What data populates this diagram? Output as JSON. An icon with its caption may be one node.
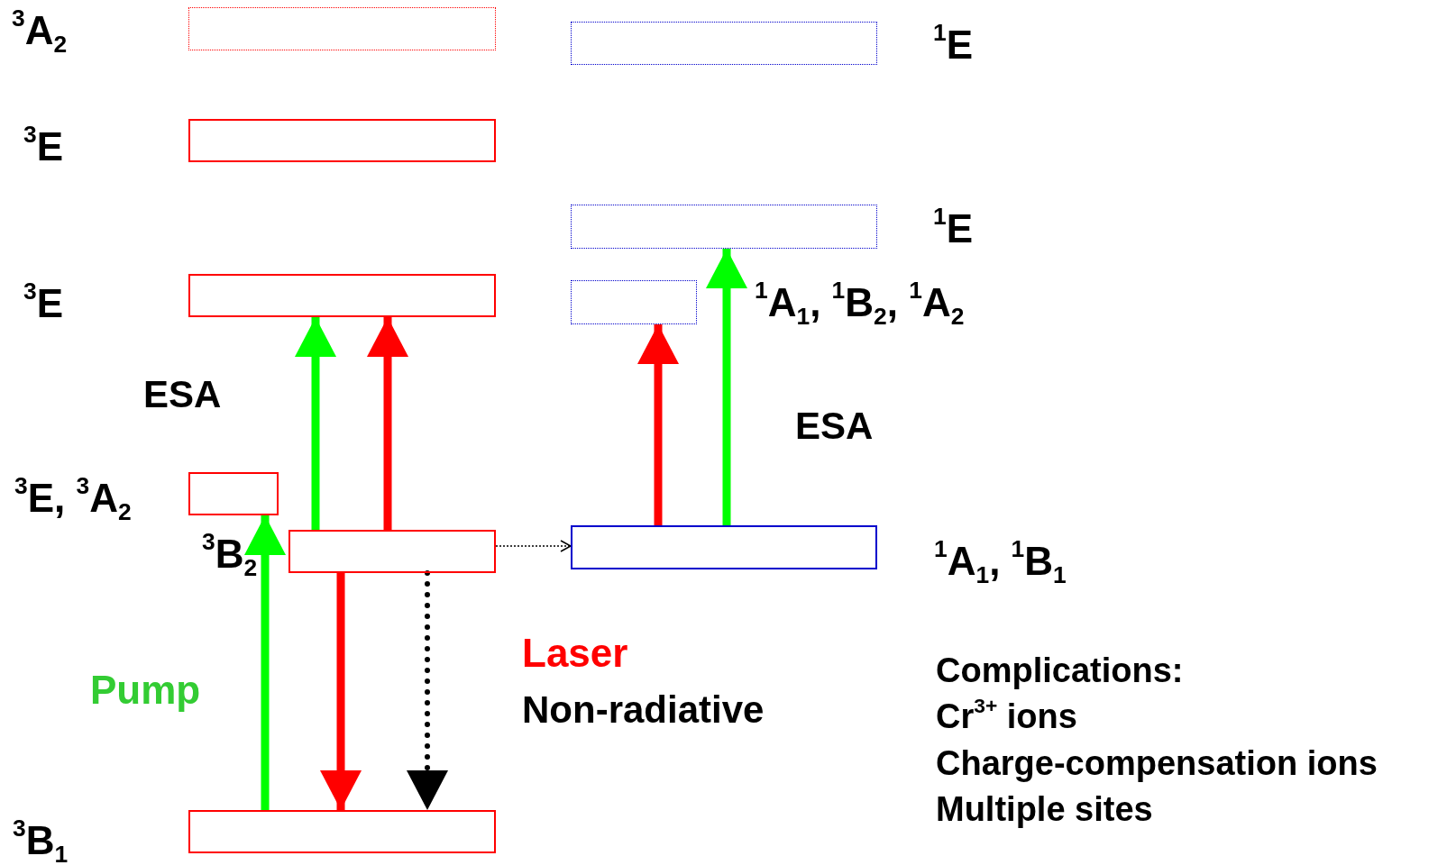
{
  "diagram": {
    "nodes": [
      {
        "text": [
          "$^{3}$A$_{2}$"
        ]
      },
      {
        "text": [
          "$^{1}$E"
        ]
      },
      {
        "text": [
          "$^{3}$E"
        ]
      },
      {
        "text": [
          "$^{1}$E"
        ]
      },
      {
        "text": [
          "$^{3}$E"
        ]
      },
      {
        "text": [
          "$^{1}$A$_{1}$, $^{1}$B$_{2}$, $^{1}$A$_{2}$"
        ]
      },
      {
        "text": [
          "$^{3}$E, $^{3}$A$_{2}$"
        ]
      },
      {
        "text": [
          "$^{3}$B$_{2}$"
        ]
      },
      {
        "text": [
          "$^{1}$A$_{1}$, $^{1}$B$_{1}$"
        ]
      },
      {
        "text": [
          "$^{3}$B$_{1}$"
        ]
      }
    ],
    "edges": [
      {
        "from": 9,
        "to": 6,
        "arrow": "to",
        "color": "#00ff00"
      },
      {
        "from": 7,
        "to": 4,
        "arrow": "to",
        "color": "#00ff00"
      },
      {
        "from": 7,
        "to": 4,
        "arrow": "to",
        "color": "#ff0000"
      },
      {
        "from": 7,
        "to": 9,
        "arrow": "to",
        "color": "#ff0000"
      },
      {
        "from": 7,
        "to": 9,
        "arrow": "to",
        "style": "dashed",
        "color": "#000000"
      },
      {
        "from": 7,
        "to": 8,
        "arrow": "to",
        "style": "dashed",
        "color": "#000000"
      },
      {
        "from": 8,
        "to": 5,
        "arrow": "to",
        "color": "#ff0000"
      },
      {
        "from": 8,
        "to": 3,
        "arrow": "to",
        "color": "#00ff00"
      }
    ],
    "labels": [
      "ESA",
      "ESA",
      "Pump",
      "Laser",
      "Non-radiative",
      "Complications:",
      "Cr$^{3+}$ ions",
      "Charge-compensation ions",
      "Multiple sites"
    ]
  }
}
